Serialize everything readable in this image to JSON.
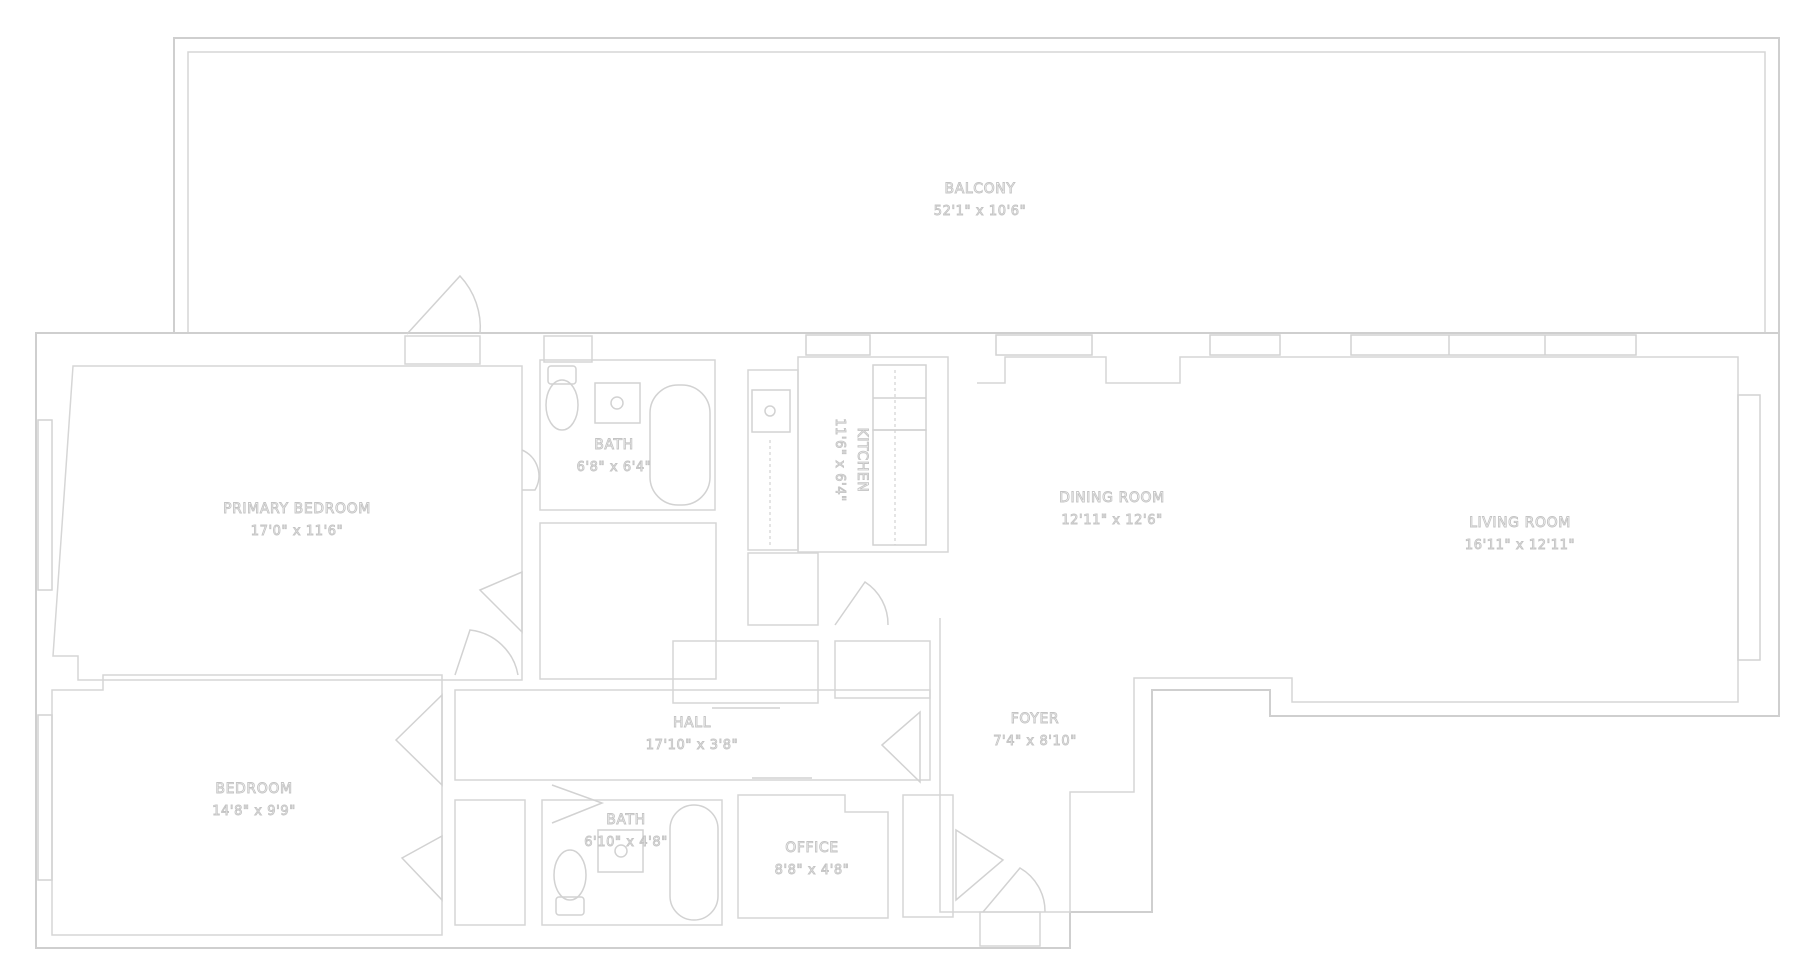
{
  "rooms": {
    "balcony": {
      "name": "BALCONY",
      "dims": "52'1\" x 10'6\""
    },
    "primary": {
      "name": "PRIMARY BEDROOM",
      "dims": "17'0\" x 11'6\""
    },
    "bath1": {
      "name": "BATH",
      "dims": "6'8\" x 6'4\""
    },
    "kitchen": {
      "name": "KITCHEN",
      "dims": "11'6\" x 6'4\""
    },
    "dining": {
      "name": "DINING ROOM",
      "dims": "12'11\" x 12'6\""
    },
    "living": {
      "name": "LIVING ROOM",
      "dims": "16'11\" x 12'11\""
    },
    "hall": {
      "name": "HALL",
      "dims": "17'10\" x 3'8\""
    },
    "foyer": {
      "name": "FOYER",
      "dims": "7'4\" x 8'10\""
    },
    "bedroom": {
      "name": "BEDROOM",
      "dims": "14'8\" x 9'9\""
    },
    "bath2": {
      "name": "BATH",
      "dims": "6'10\" x 4'8\""
    },
    "office": {
      "name": "OFFICE",
      "dims": "8'8\" x 4'8\""
    }
  }
}
